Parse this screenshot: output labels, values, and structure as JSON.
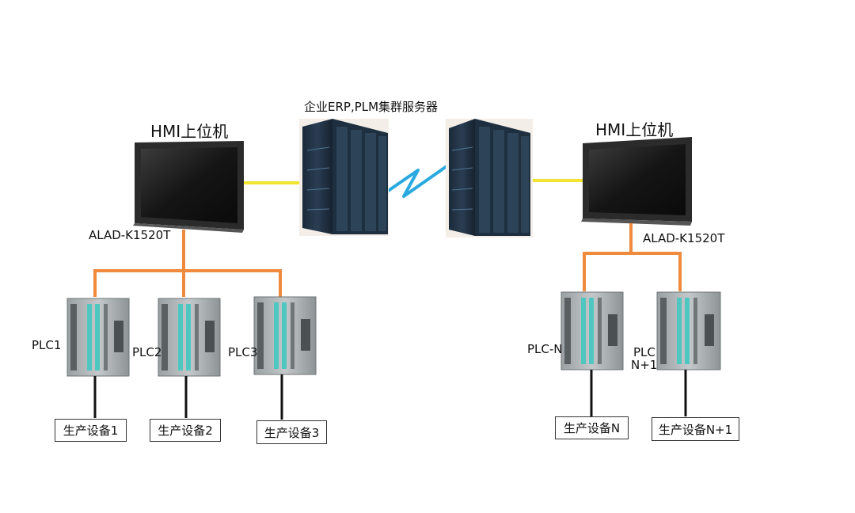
{
  "server": {
    "title": "企业ERP,PLM集群服务器"
  },
  "hmi_left": {
    "title": "HMI上位机",
    "model": "ALAD-K1520T"
  },
  "hmi_right": {
    "title": "HMI上位机",
    "model": "ALAD-K1520T"
  },
  "plcs": [
    {
      "label": "PLC1",
      "equipment": "生产设备1"
    },
    {
      "label": "PLC2",
      "equipment": "生产设备2"
    },
    {
      "label": "PLC3",
      "equipment": "生产设备3"
    },
    {
      "label": "PLC-N",
      "equipment": "生产设备N"
    },
    {
      "label_line1": "PLC",
      "label_line2": "N+1",
      "equipment": "生产设备N+1"
    }
  ],
  "colors": {
    "orange": "#f08a3c",
    "yellow": "#f2e531",
    "blue": "#29a9e0",
    "black": "#111111"
  }
}
